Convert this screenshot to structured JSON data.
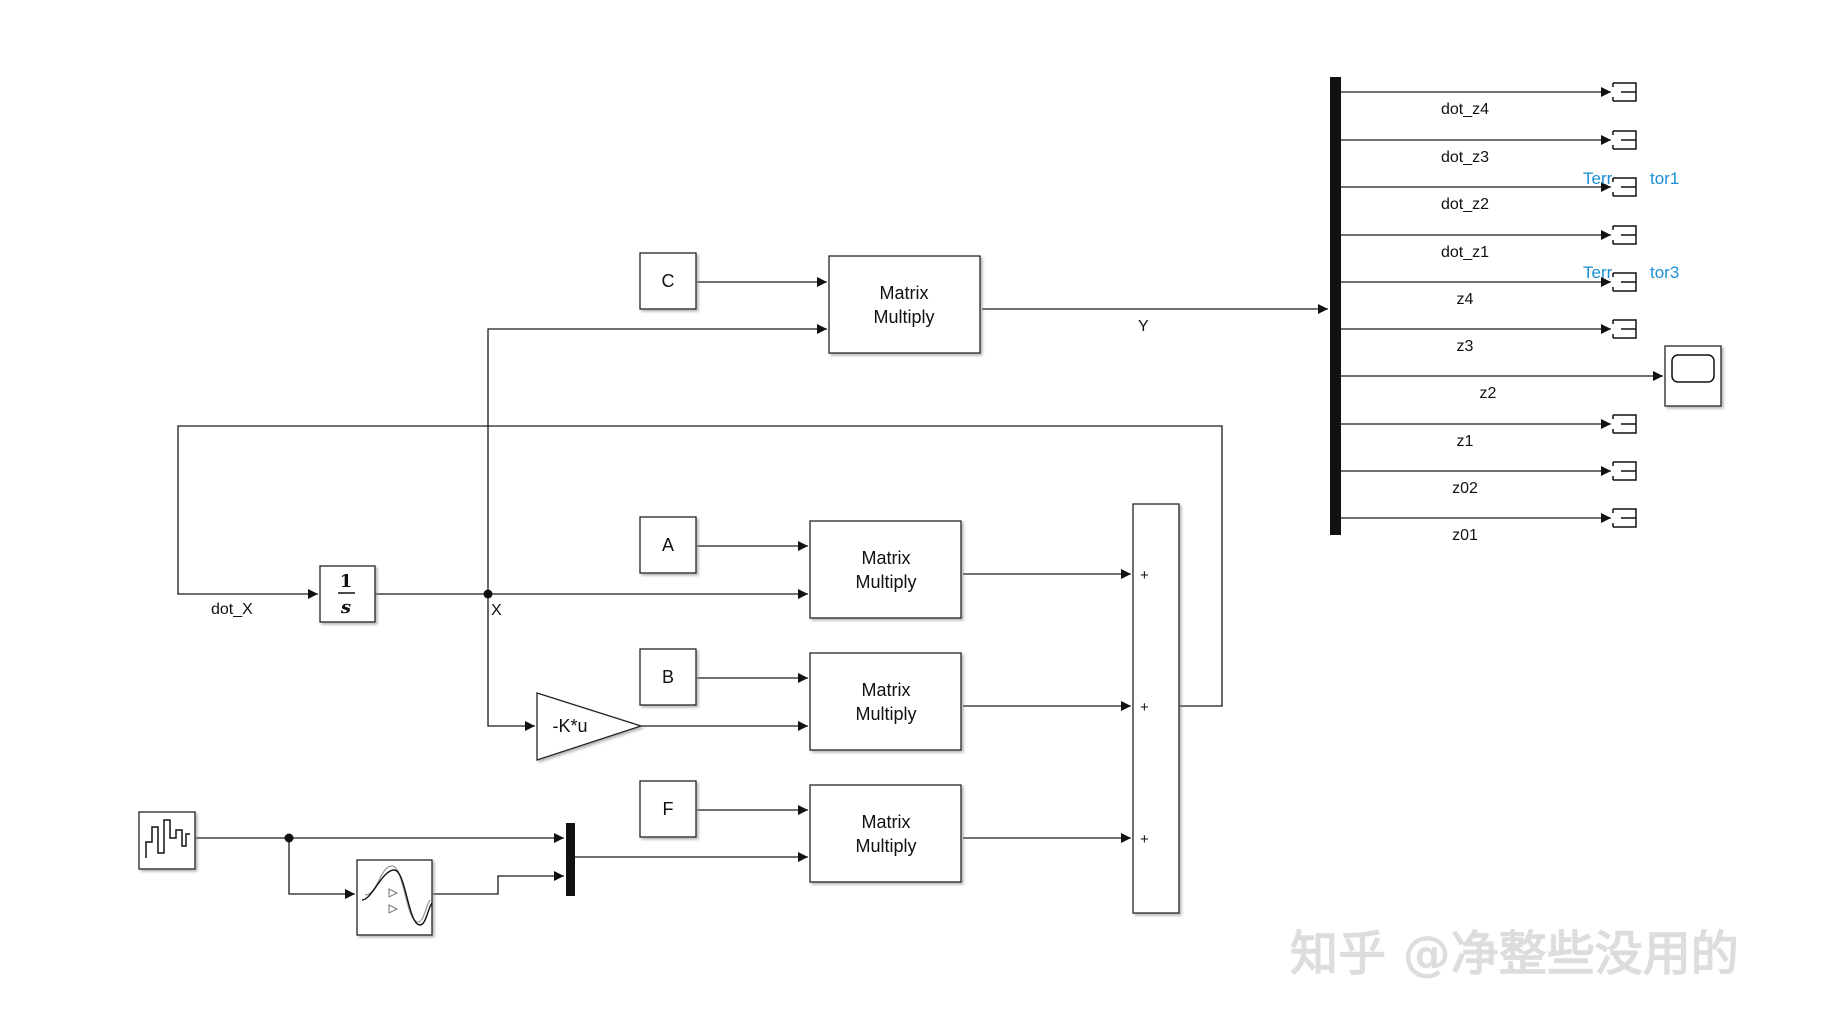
{
  "blocks": {
    "const_c": "C",
    "const_a": "A",
    "const_b": "B",
    "const_f": "F",
    "matmul_label_line1": "Matrix",
    "matmul_label_line2": "Multiply",
    "integrator_num": "1",
    "integrator_den": "s",
    "gain": "-K*u",
    "sum_signs": [
      "+",
      "+",
      "+"
    ]
  },
  "signals": {
    "dot_x": "dot_X",
    "x": "X",
    "y": "Y"
  },
  "demux_outputs": [
    "dot_z4",
    "dot_z3",
    "dot_z2",
    "dot_z1",
    "z4",
    "z3",
    "z2",
    "z1",
    "z02",
    "z01"
  ],
  "terminator_labels": {
    "t1_left": "Terr",
    "t1_right": "tor1",
    "t3_left": "Terr",
    "t3_right": "tor3"
  },
  "watermark": "知乎 @净整些没用的"
}
